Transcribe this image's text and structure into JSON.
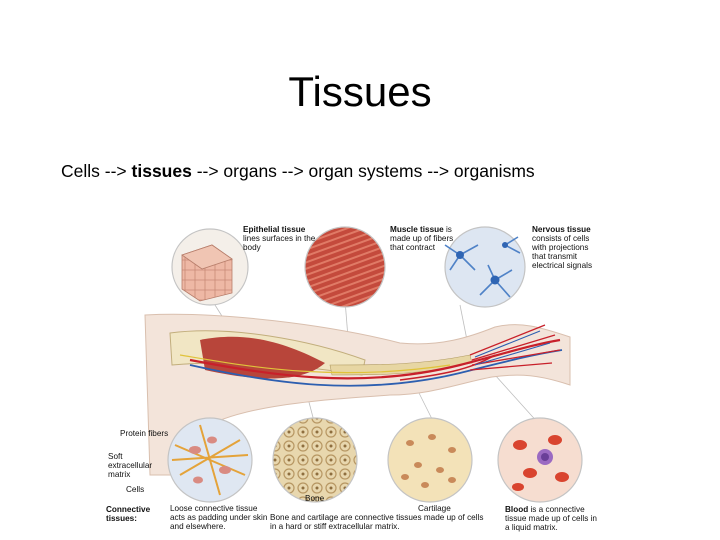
{
  "slide": {
    "title": "Tissues",
    "chain": {
      "cells": "Cells",
      "arrow1": " --> ",
      "tissues": "tissues",
      "rest": " --> organs --> organ systems --> organisms"
    }
  },
  "figure": {
    "epithelial": {
      "name": "Epithelial tissue",
      "text": "lines surfaces in the body"
    },
    "muscle": {
      "name": "Muscle tissue",
      "text": "is made up of fibers that contract"
    },
    "nervous": {
      "name": "Nervous tissue",
      "text": "consists of cells with projections that transmit electrical signals"
    },
    "protein_fibers": "Protein fibers",
    "extracellular_matrix": "Soft extracellular matrix",
    "cells": "Cells",
    "connective_tissues": "Connective tissues:",
    "loose": "Loose connective tissue acts as padding under skin and elsewhere.",
    "bone": "Bone",
    "cartilage": "Cartilage",
    "bone_cartilage": "Bone and cartilage are connective tissues made up of cells in a hard or stiff extracellular matrix.",
    "blood": {
      "name": "Blood",
      "text": "is a connective tissue made up of cells in a liquid matrix."
    }
  },
  "colors": {
    "muscle": "#b8453a",
    "skin": "#f3e4da",
    "artery": "#c8202a",
    "vein": "#2d5fb0",
    "cartilage": "#f3e2b8",
    "blood_bg": "#f6ddd0"
  }
}
